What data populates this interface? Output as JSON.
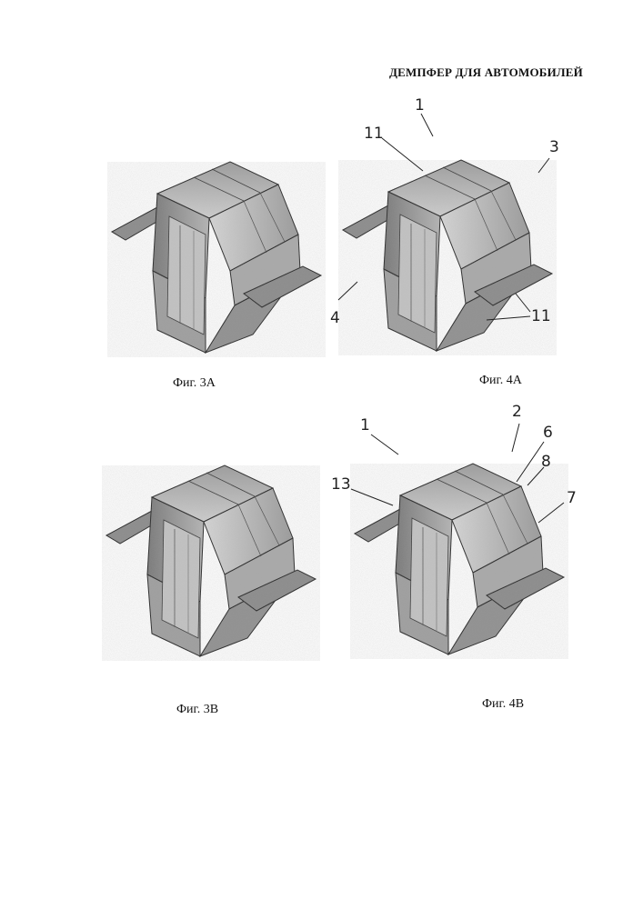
{
  "header": {
    "title": "ДЕМПФЕР ДЛЯ АВТОМОБИЛЕЙ"
  },
  "figures": [
    {
      "id": "3A",
      "caption": "Фиг. 3А",
      "refs": []
    },
    {
      "id": "4A",
      "caption": "Фиг. 4А",
      "refs": [
        "1",
        "11",
        "3",
        "4",
        "11"
      ]
    },
    {
      "id": "3B",
      "caption": "Фиг. 3В",
      "refs": []
    },
    {
      "id": "4B",
      "caption": "Фиг. 4В",
      "refs": [
        "1",
        "2",
        "6",
        "8",
        "13",
        "7"
      ]
    }
  ]
}
